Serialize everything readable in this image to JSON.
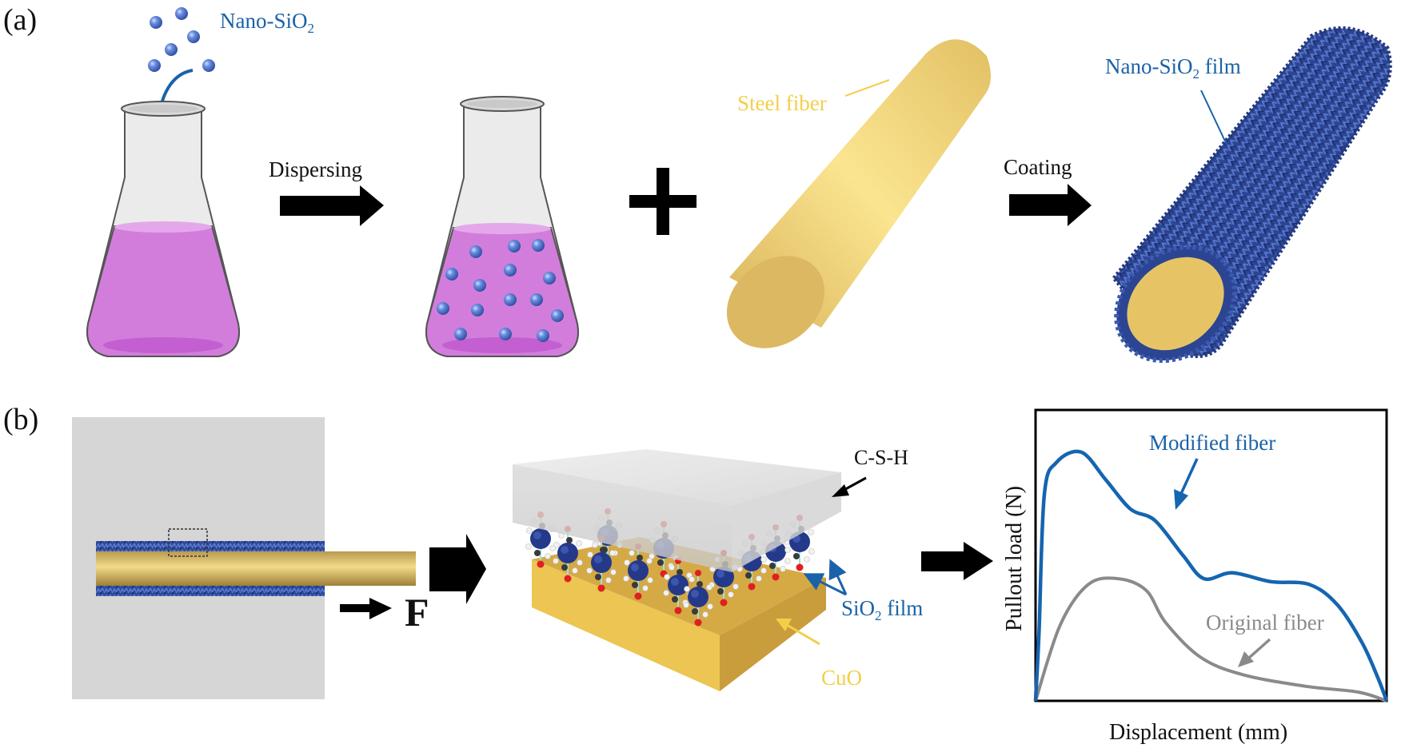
{
  "panels": {
    "a": {
      "label": "(a)",
      "nano_sio2_label": "Nano-SiO",
      "nano_sio2_sub": "2",
      "step1_label": "Dispersing",
      "plus_symbol": "+",
      "steel_fiber_label": "Steel fiber",
      "step2_label": "Coating",
      "film_label_main": "Nano-SiO",
      "film_label_sub": "2",
      "film_label_tail": " film"
    },
    "b": {
      "label": "(b)",
      "force_label": "F",
      "csh_label": "C-S-H",
      "sio2_film_main": "SiO",
      "sio2_film_sub": "2",
      "sio2_film_tail": " film",
      "cuo_label": "CuO"
    }
  },
  "colors": {
    "blue_accent": "#1a62a8",
    "gold_label": "#f2cf4a",
    "liquid": "#d27ddc",
    "fiber": "#e8c86a",
    "film": "#2f4a9a",
    "matrix": "#d6d6d6",
    "original_curve": "#8a8a8a"
  },
  "chart_data": {
    "type": "line",
    "title": "",
    "xlabel": "Displacement (mm)",
    "ylabel": "Pullout load (N)",
    "xlim": [
      0,
      1
    ],
    "ylim": [
      0,
      1
    ],
    "ticks": "none",
    "grid": false,
    "series": [
      {
        "name": "Modified fiber",
        "color": "#1565b0",
        "annotation": "Modified fiber",
        "points": [
          [
            0,
            0
          ],
          [
            0.01,
            0.24
          ],
          [
            0.025,
            0.71
          ],
          [
            0.06,
            0.82
          ],
          [
            0.13,
            0.855
          ],
          [
            0.2,
            0.76
          ],
          [
            0.27,
            0.66
          ],
          [
            0.34,
            0.62
          ],
          [
            0.42,
            0.5
          ],
          [
            0.48,
            0.42
          ],
          [
            0.56,
            0.44
          ],
          [
            0.67,
            0.41
          ],
          [
            0.78,
            0.4
          ],
          [
            0.86,
            0.33
          ],
          [
            0.93,
            0.2
          ],
          [
            0.975,
            0.08
          ],
          [
            1,
            0
          ]
        ]
      },
      {
        "name": "Original fiber",
        "color": "#8a8a8a",
        "annotation": "Original fiber",
        "points": [
          [
            0,
            0
          ],
          [
            0.07,
            0.26
          ],
          [
            0.15,
            0.4
          ],
          [
            0.235,
            0.42
          ],
          [
            0.315,
            0.38
          ],
          [
            0.37,
            0.27
          ],
          [
            0.47,
            0.15
          ],
          [
            0.59,
            0.09
          ],
          [
            0.77,
            0.05
          ],
          [
            0.92,
            0.03
          ],
          [
            1,
            0
          ]
        ]
      }
    ]
  }
}
